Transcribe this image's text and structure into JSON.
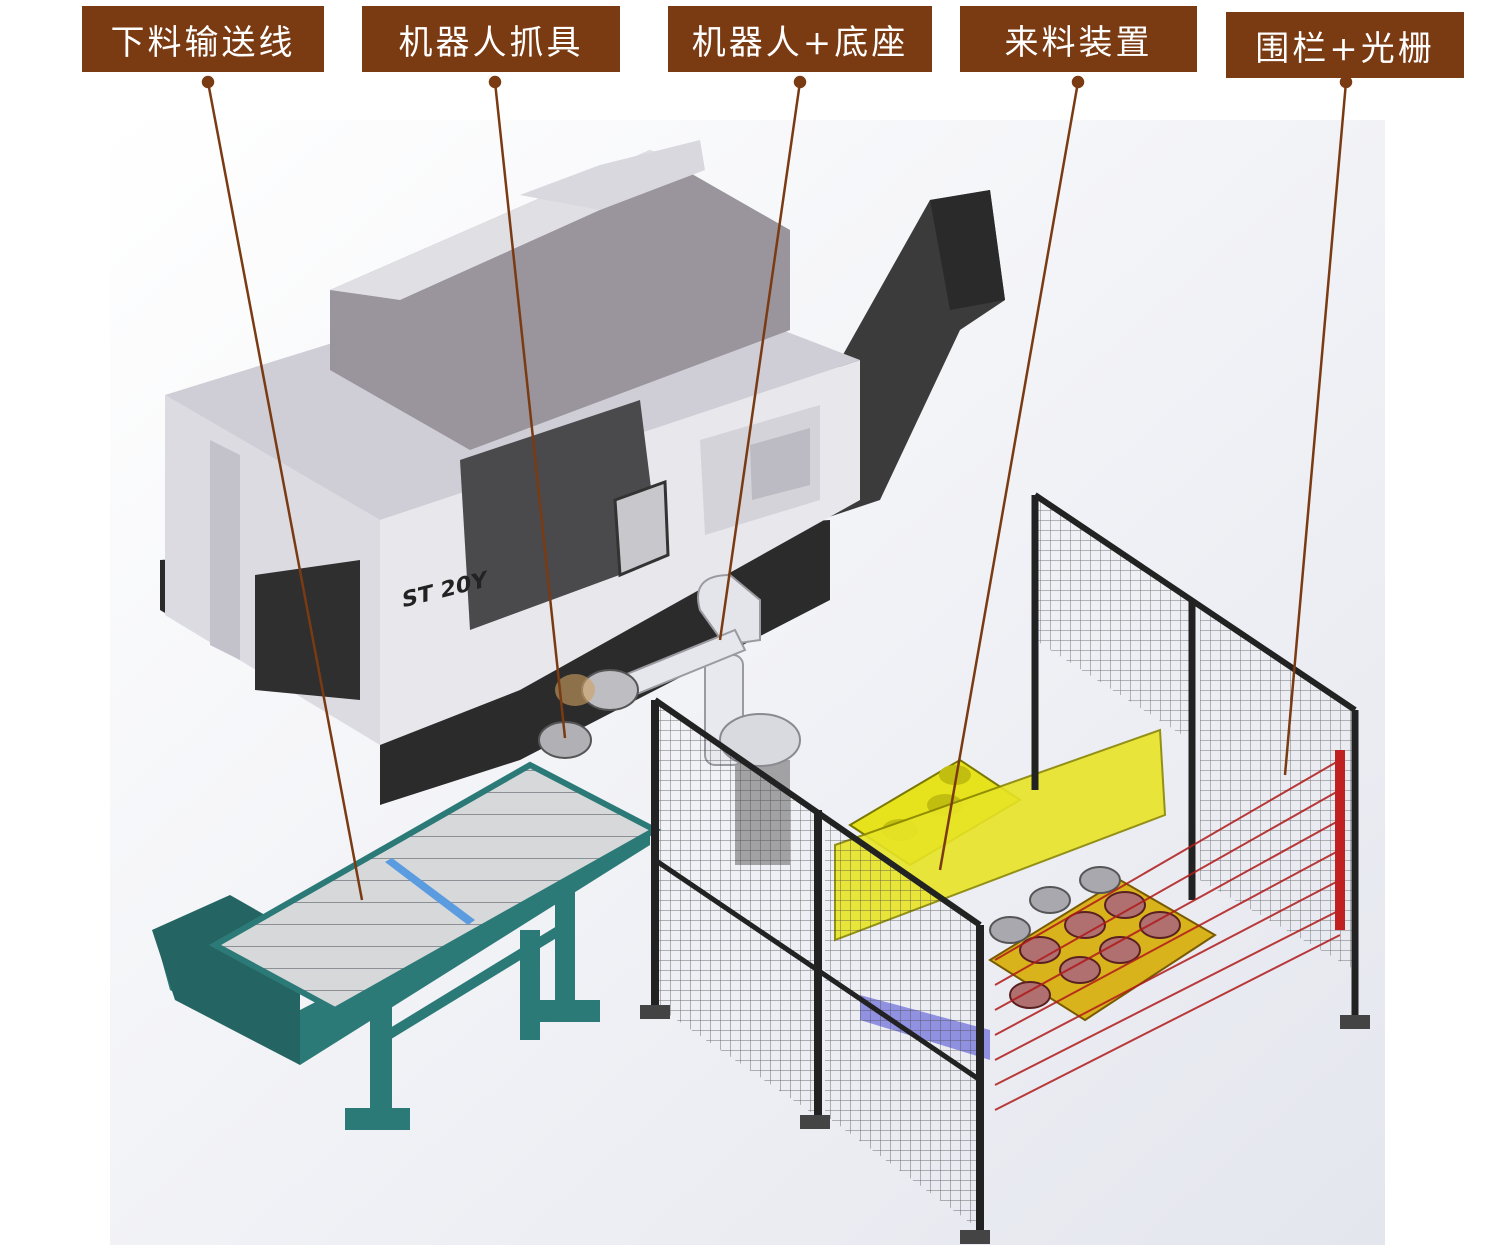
{
  "callouts": [
    {
      "label": "下料输送线"
    },
    {
      "label": "机器人抓具"
    },
    {
      "label": "机器人+底座"
    },
    {
      "label": "来料装置"
    },
    {
      "label": "围栏+光栅"
    }
  ],
  "machine_logo": "ST 20Y",
  "colors": {
    "callout_bg": "#7a3a12",
    "leader_line": "#7a3a12",
    "conveyor_frame": "#2c7a78",
    "fixture": "#e6e21c",
    "light_curtain": "#b01a1a",
    "fence": "#3a3a3a"
  }
}
